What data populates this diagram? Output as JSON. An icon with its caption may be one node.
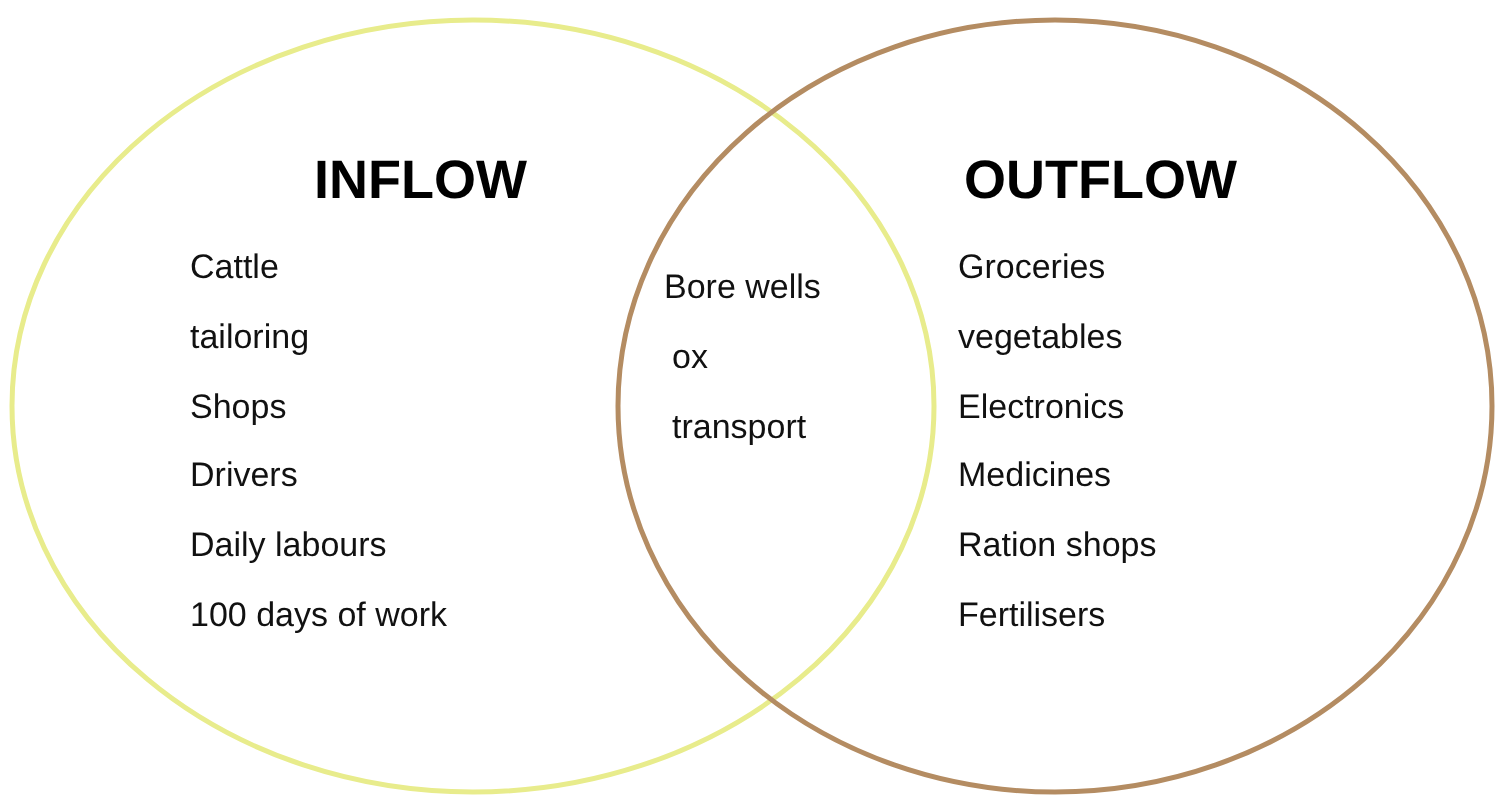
{
  "diagram": {
    "nodes": [
      {
        "text": [
          "INFLOW",
          "Cattle",
          "tailoring",
          "Shops",
          "Drivers",
          "Daily labours",
          "100 days of work"
        ]
      },
      {
        "text": [
          "OUTFLOW",
          "Groceries",
          "vegetables",
          "Electronics",
          "Medicines",
          "Ration shops",
          "Fertilisers"
        ]
      }
    ],
    "labels": [
      "Bore wells",
      "ox",
      "transport"
    ]
  }
}
